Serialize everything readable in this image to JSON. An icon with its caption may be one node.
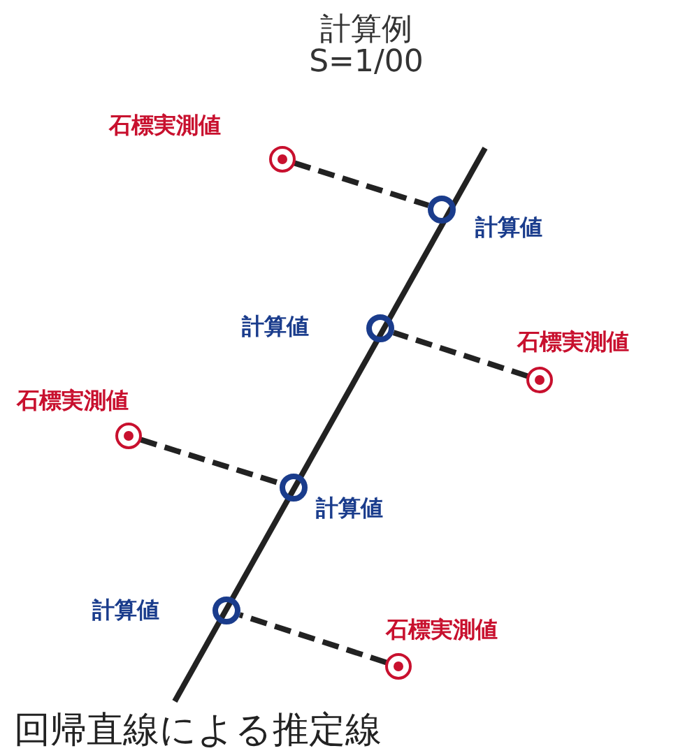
{
  "diagram": {
    "title": "計算例",
    "nodes": [
      {
        "text": [],
        "shape": "circle",
        "beside": [
          "石標実測値"
        ]
      },
      {
        "text": [],
        "shape": "circle",
        "beside": [
          "計算値"
        ]
      },
      {
        "text": [],
        "shape": "circle",
        "beside": [
          "計算値"
        ]
      },
      {
        "text": [],
        "shape": "circle",
        "beside": [
          "石標実測値"
        ]
      },
      {
        "text": [],
        "shape": "circle",
        "beside": [
          "石標実測値"
        ]
      },
      {
        "text": [],
        "shape": "circle",
        "beside": [
          "計算値"
        ]
      },
      {
        "text": [],
        "shape": "circle",
        "beside": [
          "計算値"
        ]
      },
      {
        "text": [],
        "shape": "circle",
        "beside": [
          "石標実測値"
        ]
      }
    ],
    "edges": [
      {
        "from": 0,
        "to": 1,
        "arrow": "none",
        "style": "dashed"
      },
      {
        "from": 3,
        "to": 2,
        "arrow": "none",
        "style": "dashed"
      },
      {
        "from": 4,
        "to": 5,
        "arrow": "none",
        "style": "dashed"
      },
      {
        "from": 7,
        "to": 6,
        "arrow": "none",
        "style": "dashed"
      }
    ],
    "labels": [
      "S=1/00"
    ],
    "caption": "回帰直線による推定線"
  }
}
